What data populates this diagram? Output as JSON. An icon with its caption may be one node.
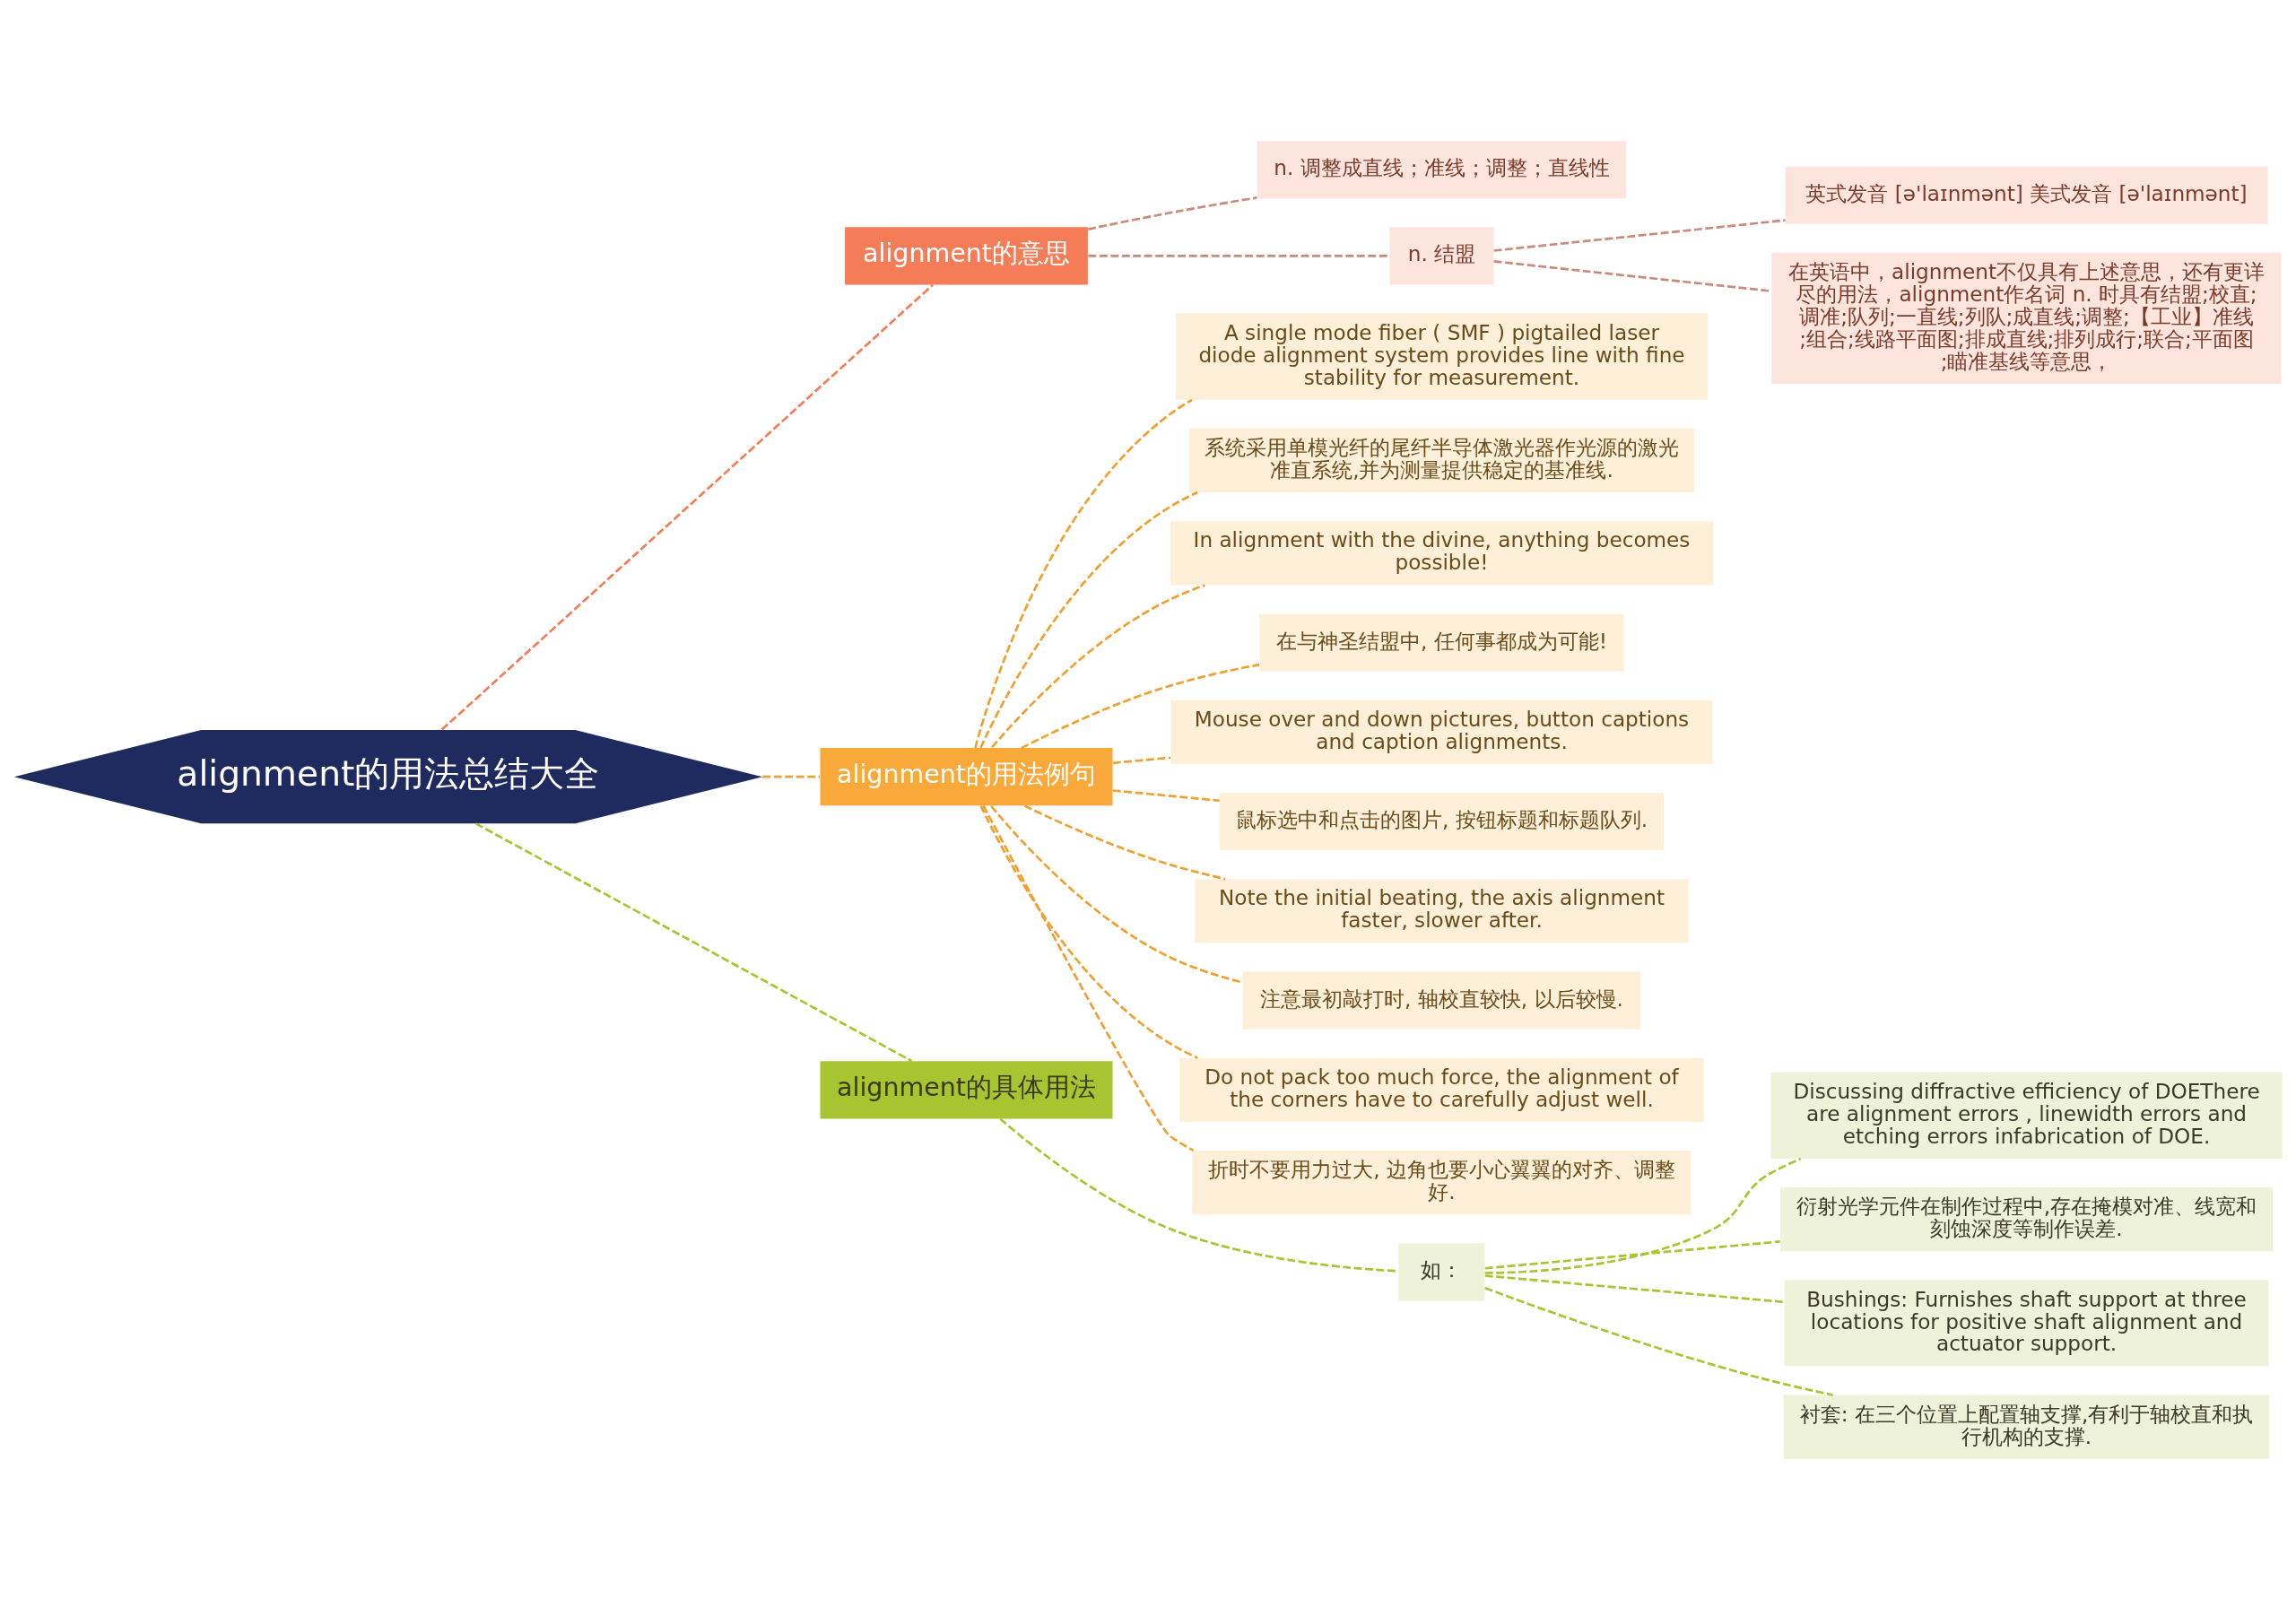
{
  "diagram": {
    "nodes": [
      {
        "text": [
          "alignment的用法总结大全"
        ]
      },
      {
        "text": [
          "alignment的意思"
        ]
      },
      {
        "text": [
          "n. 调整成直线；准线；调整；直线性"
        ]
      },
      {
        "text": [
          "n. 结盟"
        ]
      },
      {
        "text": [
          "英式发音 [ə'laɪnmənt] 美式发音 [ə'laɪnmənt]"
        ]
      },
      {
        "text": [
          "在英语中，alignment不仅具有上述意思，还有更详尽的用法，alignment作名词 n. 时具有结盟;校直;调准;队列;一直线;列队;成直线;调整;【工业】准线;组合;线路平面图;排成直线;排列成行;联合;平面图;瞄准基线等意思，"
        ]
      },
      {
        "text": [
          "alignment的用法例句"
        ]
      },
      {
        "text": [
          "A single mode fiber ( SMF ) pigtailed laser diode alignment system provides line with fine stability for measurement."
        ]
      },
      {
        "text": [
          "系统采用单模光纤的尾纤半导体激光器作光源的激光准直系统,并为测量提供稳定的基准线."
        ]
      },
      {
        "text": [
          "In alignment with the divine, anything becomes possible!"
        ]
      },
      {
        "text": [
          "在与神圣结盟中, 任何事都成为可能!"
        ]
      },
      {
        "text": [
          "Mouse over and down pictures, button captions and caption alignments."
        ]
      },
      {
        "text": [
          "鼠标选中和点击的图片, 按钮标题和标题队列."
        ]
      },
      {
        "text": [
          "Note the initial beating, the axis alignment faster, slower after."
        ]
      },
      {
        "text": [
          "注意最初敲打时, 轴校直较快, 以后较慢."
        ]
      },
      {
        "text": [
          "Do not pack too much force, the alignment of the corners have to carefully adjust well."
        ]
      },
      {
        "text": [
          "折时不要用力过大, 边角也要小心翼翼的对齐、调整好."
        ]
      },
      {
        "text": [
          "alignment的具体用法"
        ]
      },
      {
        "text": [
          "如："
        ]
      },
      {
        "text": [
          "Discussing diffractive efficiency of DOEThere are alignment errors , linewidth errors and etching errors infabrication of DOE."
        ]
      },
      {
        "text": [
          "衍射光学元件在制作过程中,存在掩模对准、线宽和刻蚀深度等制作误差."
        ]
      },
      {
        "text": [
          "Bushings: Furnishes shaft support at three locations for positive shaft alignment and actuator support."
        ]
      },
      {
        "text": [
          "衬套: 在三个位置上配置轴支撑,有利于轴校直和执行机构的支撑."
        ]
      }
    ],
    "edges": [
      {
        "from": 0,
        "to": 1,
        "arrow": "none",
        "color": "#f47c57"
      },
      {
        "from": 1,
        "to": 2,
        "arrow": "none",
        "color": "#c98a7a"
      },
      {
        "from": 1,
        "to": 3,
        "arrow": "none",
        "color": "#c98a7a"
      },
      {
        "from": 3,
        "to": 4,
        "arrow": "none",
        "color": "#c98a7a"
      },
      {
        "from": 3,
        "to": 5,
        "arrow": "none",
        "color": "#c98a7a"
      },
      {
        "from": 0,
        "to": 6,
        "arrow": "none"
      },
      {
        "from": 6,
        "to": 7,
        "arrow": "none"
      },
      {
        "from": 6,
        "to": 8,
        "arrow": "none"
      },
      {
        "from": 6,
        "to": 9,
        "arrow": "none"
      },
      {
        "from": 6,
        "to": 10,
        "arrow": "none"
      },
      {
        "from": 6,
        "to": 11,
        "arrow": "none"
      },
      {
        "from": 6,
        "to": 12,
        "arrow": "none"
      },
      {
        "from": 6,
        "to": 13,
        "arrow": "none"
      },
      {
        "from": 6,
        "to": 14,
        "arrow": "none"
      },
      {
        "from": 6,
        "to": 15,
        "arrow": "none"
      },
      {
        "from": 6,
        "to": 16,
        "arrow": "none"
      },
      {
        "from": 0,
        "to": 17,
        "arrow": "none",
        "color": "#a8c431"
      },
      {
        "from": 17,
        "to": 18,
        "arrow": "none",
        "color": "#a8c431"
      },
      {
        "from": 18,
        "to": 19,
        "arrow": "none",
        "color": "#a8c431"
      },
      {
        "from": 18,
        "to": 20,
        "arrow": "none",
        "color": "#a8c431"
      },
      {
        "from": 18,
        "to": 21,
        "arrow": "none",
        "color": "#a8c431"
      },
      {
        "from": 18,
        "to": 22,
        "arrow": "none",
        "color": "#a8c431"
      }
    ]
  }
}
